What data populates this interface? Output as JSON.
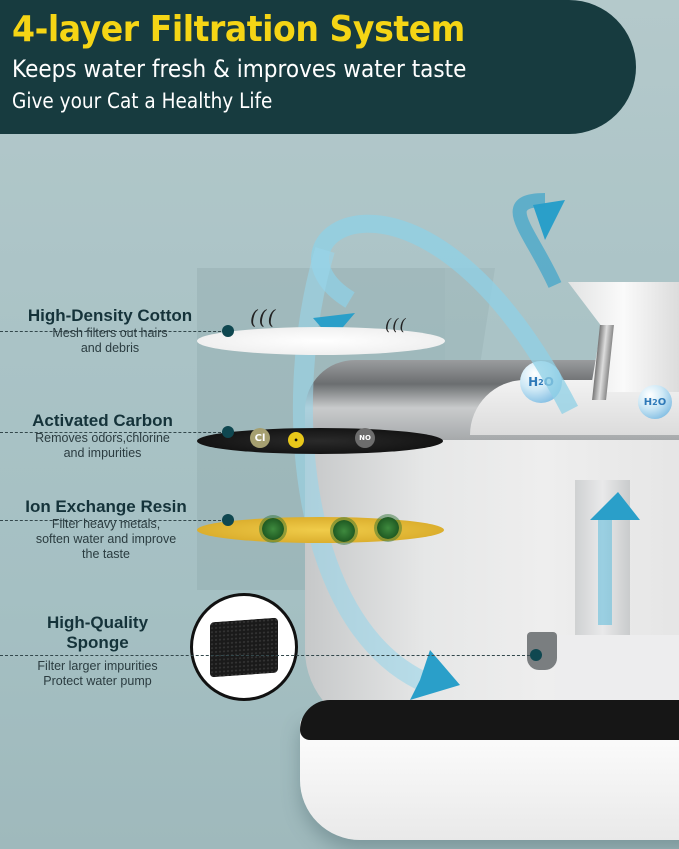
{
  "banner": {
    "title": "4-layer Filtration System",
    "subtitle": "Keeps water fresh & improves water taste",
    "tagline": "Give your Cat a Healthy Life",
    "background_color": "#173b3f",
    "title_color": "#f5d515",
    "text_color": "#ffffff"
  },
  "layers": [
    {
      "title": "High-Density Cotton",
      "desc_lines": [
        "Mesh filters out hairs",
        "and debris"
      ],
      "visual": "white-cotton-disc-with-hairs"
    },
    {
      "title": "Activated Carbon",
      "desc_lines": [
        "Removes odors,chlorine",
        "and impurities"
      ],
      "visual": "black-carbon-disc",
      "badges": [
        "Cl",
        "NO"
      ]
    },
    {
      "title": "Ion Exchange Resin",
      "desc_lines": [
        "Filter heavy metals,",
        "soften water and improve",
        "the taste"
      ],
      "visual": "golden-resin-disc-with-viruses"
    },
    {
      "title_lines": [
        "High-Quality",
        "Sponge"
      ],
      "desc_lines": [
        "Filter larger impurities",
        "Protect water pump"
      ],
      "visual": "black-sponge-block"
    }
  ],
  "product": {
    "h2o_bubbles": [
      "H2O",
      "H2O"
    ],
    "flow_arrow_color": "#2a9fc9"
  },
  "colors": {
    "background": "#aac3c6",
    "label_title": "#15333a",
    "label_desc": "#2b3c40",
    "dot": "#0f4750"
  }
}
